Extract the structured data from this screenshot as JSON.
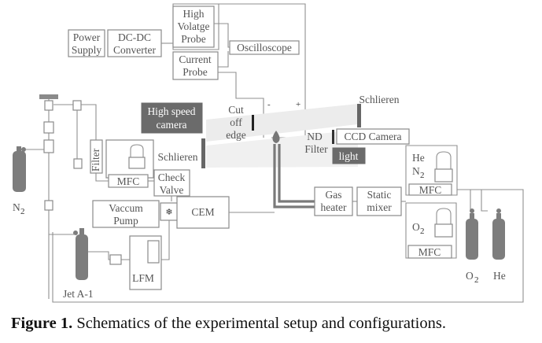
{
  "diagram": {
    "power_supply": [
      "Power",
      "Supply"
    ],
    "dcdc": [
      "DC-DC",
      "Converter"
    ],
    "hv_probe": [
      "High",
      "Volatge",
      "Probe"
    ],
    "current_probe": [
      "Current",
      "Probe"
    ],
    "oscilloscope": "Oscilloscope",
    "minus": "-",
    "plus": "+",
    "high_speed_camera": [
      "High speed",
      "camera"
    ],
    "cut_off_edge": [
      "Cut",
      "off",
      "edge"
    ],
    "schlieren_top": "Schlieren",
    "schlieren_left": "Schlieren",
    "nd_filter": [
      "ND",
      "Filter"
    ],
    "ccd_camera": "CCD Camera",
    "light": "light",
    "filter": "Filter",
    "mfc_left": "MFC",
    "check_valve": [
      "Check",
      "Valve"
    ],
    "vaccum_pump": [
      "Vaccum",
      "Pump"
    ],
    "cem": "CEM",
    "lfm": "LFM",
    "gas_heater": [
      "Gas",
      "heater"
    ],
    "static_mixer": [
      "Static",
      "mixer"
    ],
    "he_n2": [
      "He",
      "N",
      "2"
    ],
    "mfc_right_top": "MFC",
    "o2_mfc_label": [
      "O",
      "2"
    ],
    "mfc_right_bottom": "MFC",
    "n2": [
      "N",
      "2"
    ],
    "jet_a1": "Jet A-1",
    "o2_bottle": [
      "O",
      "2"
    ],
    "he_bottle": "He"
  },
  "caption": {
    "prefix": "Figure 1.",
    "text": " Schematics of the experimental setup and configurations."
  }
}
